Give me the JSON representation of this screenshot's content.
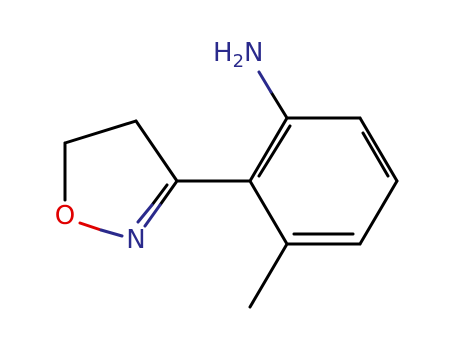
{
  "molecule": {
    "atoms": {
      "amine": {
        "h": "H",
        "h_count": "2",
        "n": "N"
      },
      "ring_oxygen": "O",
      "ring_nitrogen": "N"
    }
  },
  "colors": {
    "bond": "#000000",
    "nitrogen": "#2a2a8c",
    "oxygen": "#e00000"
  }
}
